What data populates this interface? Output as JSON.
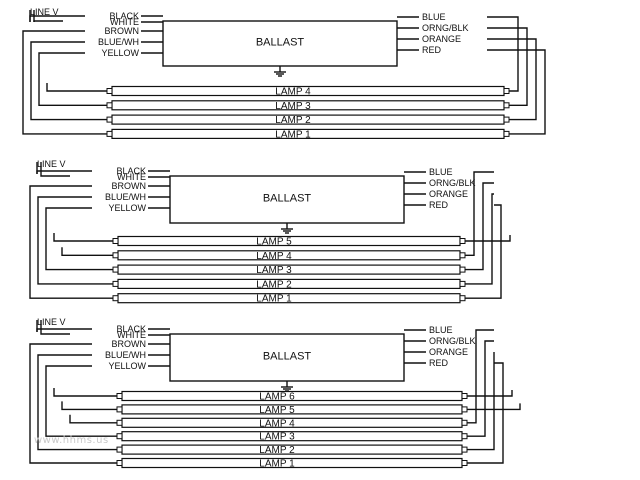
{
  "diagrams": [
    {
      "line_label": "LINE V",
      "ballast_label": "BALLAST",
      "left_wires": [
        "BLACK",
        "WHITE",
        "BROWN",
        "BLUE/WH",
        "YELLOW"
      ],
      "right_wires": [
        "BLUE",
        "ORNG/BLK",
        "ORANGE",
        "RED"
      ],
      "lamps": [
        "LAMP 4",
        "LAMP 3",
        "LAMP 2",
        "LAMP 1"
      ]
    },
    {
      "line_label": "LINE V",
      "ballast_label": "BALLAST",
      "left_wires": [
        "BLACK",
        "WHITE",
        "BROWN",
        "BLUE/WH",
        "YELLOW"
      ],
      "right_wires": [
        "BLUE",
        "ORNG/BLK",
        "ORANGE",
        "RED"
      ],
      "lamps": [
        "LAMP 5",
        "LAMP 4",
        "LAMP 3",
        "LAMP 2",
        "LAMP 1"
      ]
    },
    {
      "line_label": "LINE V",
      "ballast_label": "BALLAST",
      "left_wires": [
        "BLACK",
        "WHITE",
        "BROWN",
        "BLUE/WH",
        "YELLOW"
      ],
      "right_wires": [
        "BLUE",
        "ORNG/BLK",
        "ORANGE",
        "RED"
      ],
      "lamps": [
        "LAMP 6",
        "LAMP 5",
        "LAMP 4",
        "LAMP 3",
        "LAMP 2",
        "LAMP 1"
      ]
    }
  ],
  "watermark": "www.hhms.us"
}
